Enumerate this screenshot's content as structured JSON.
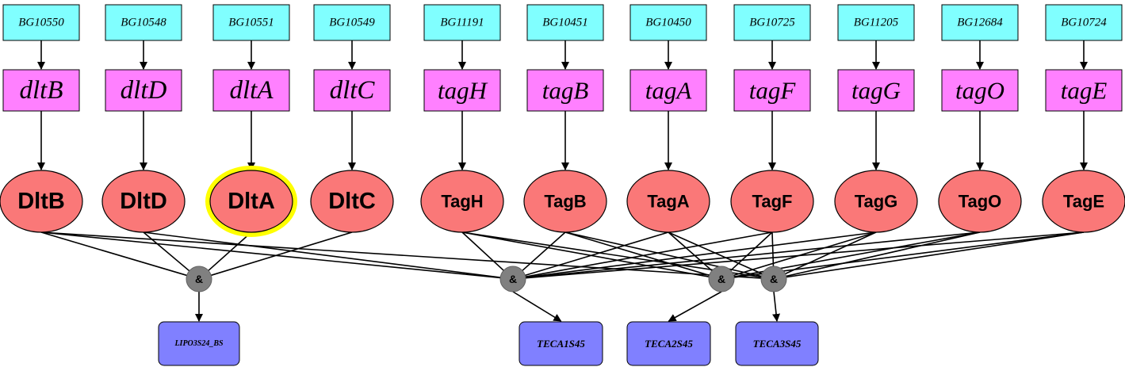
{
  "genes": [
    {
      "id": "BG10550",
      "gene": "dltB",
      "protein": "DltB"
    },
    {
      "id": "BG10548",
      "gene": "dltD",
      "protein": "DltD"
    },
    {
      "id": "BG10551",
      "gene": "dltA",
      "protein": "DltA",
      "highlighted": true
    },
    {
      "id": "BG10549",
      "gene": "dltC",
      "protein": "DltC"
    },
    {
      "id": "BG11191",
      "gene": "tagH",
      "protein": "TagH"
    },
    {
      "id": "BG10451",
      "gene": "tagB",
      "protein": "TagB"
    },
    {
      "id": "BG10450",
      "gene": "tagA",
      "protein": "TagA"
    },
    {
      "id": "BG10725",
      "gene": "tagF",
      "protein": "TagF"
    },
    {
      "id": "BG11205",
      "gene": "tagG",
      "protein": "TagG"
    },
    {
      "id": "BG12684",
      "gene": "tagO",
      "protein": "TagO"
    },
    {
      "id": "BG10724",
      "gene": "tagE",
      "protein": "TagE"
    }
  ],
  "and_nodes": [
    {
      "label": "&",
      "inputs": [
        0,
        1,
        2,
        3
      ]
    },
    {
      "label": "&",
      "inputs": [
        0,
        1,
        4,
        5,
        6,
        7,
        8,
        9,
        10
      ]
    },
    {
      "label": "&",
      "inputs": [
        4,
        5,
        6,
        7,
        8,
        9,
        10
      ]
    },
    {
      "label": "&",
      "inputs": [
        0,
        4,
        5,
        6,
        7,
        8,
        9,
        10
      ]
    }
  ],
  "reactions": [
    {
      "label": "LIPO3S24_BS",
      "from_and": 0
    },
    {
      "label": "TECA1S45",
      "from_and": 1
    },
    {
      "label": "TECA2S45",
      "from_and": 2
    },
    {
      "label": "TECA3S45",
      "from_and": 3
    }
  ],
  "colors": {
    "gene_id_fill": "#80ffff",
    "gene_name_fill": "#ff80ff",
    "protein_fill": "#fa7878",
    "highlight": "#ffff00",
    "and_fill": "#808080",
    "reaction_fill": "#8080ff"
  }
}
